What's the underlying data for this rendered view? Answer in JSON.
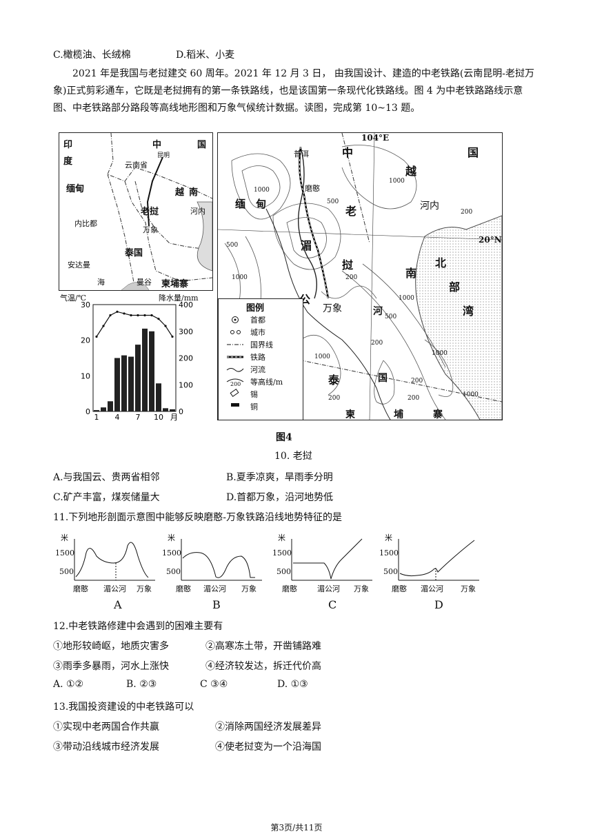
{
  "q9_options": {
    "c": "C.橄榄油、长绒棉",
    "d": "D.稻米、小麦"
  },
  "intro": "2021 年是我国与老挝建交 60 周年。2021 年 12 月 3 日， 由我国设计、建造的中老铁路(云南昆明-老挝万象)正式剪彩通车，它既是老挝拥有的第一条铁路线，也是该国第一条现代化铁路线。图 4 为中老铁路路线示意图、中老铁路部分路段等高线地形图和万象气候统计数据。读图，完成第 10~13 题。",
  "figure": {
    "caption": "图4",
    "left_map": {
      "labels": [
        "印",
        "度",
        "中",
        "国",
        "云南省",
        "昆明",
        "缅甸",
        "越",
        "南",
        "老挝",
        "河内",
        "内比都",
        "万象",
        "泰国",
        "安达曼",
        "海",
        "曼谷",
        "柬埔寨"
      ]
    },
    "climate": {
      "temp_label": "气温/℃",
      "precip_label": "降水量/mm",
      "month_unit": "月",
      "temp_ticks": [
        "0",
        "10",
        "20",
        "30"
      ],
      "precip_ticks": [
        "0",
        "100",
        "200",
        "300",
        "400"
      ],
      "month_ticks": [
        "1",
        "4",
        "7",
        "10"
      ]
    },
    "right_map": {
      "meridian": "104°E",
      "parallel": "20°N",
      "labels": [
        "普洱",
        "中",
        "国",
        "越",
        "缅",
        "甸",
        "磨憨",
        "老",
        "河内",
        "湄",
        "北",
        "部",
        "湾",
        "挝",
        "南",
        "公",
        "万象",
        "河",
        "泰",
        "国",
        "柬",
        "埔",
        "寨"
      ],
      "contours": [
        "1000",
        "500",
        "1000",
        "200",
        "500",
        "1000",
        "200",
        "500",
        "1000",
        "200",
        "200",
        "1000",
        "1000",
        "200",
        "200",
        "1000"
      ]
    },
    "legend": {
      "title": "图例",
      "items": [
        {
          "icon": "capital-icon",
          "label": "首都"
        },
        {
          "icon": "city-icon",
          "label": "城市"
        },
        {
          "icon": "border-icon",
          "label": "国界线"
        },
        {
          "icon": "railway-icon",
          "label": "铁路"
        },
        {
          "icon": "river-icon",
          "label": "河流"
        },
        {
          "icon": "contour-icon",
          "label": "等高线/m",
          "value": "200"
        },
        {
          "icon": "tin-icon",
          "label": "锡"
        },
        {
          "icon": "copper-icon",
          "label": "铜"
        }
      ]
    }
  },
  "chart_data": {
    "type": "bar",
    "categories": [
      "1",
      "2",
      "3",
      "4",
      "5",
      "6",
      "7",
      "8",
      "9",
      "10",
      "11",
      "12"
    ],
    "series": [
      {
        "name": "降水量",
        "values": [
          5,
          15,
          38,
          200,
          210,
          205,
          250,
          310,
          300,
          105,
          12,
          8
        ]
      },
      {
        "name": "气温",
        "values": [
          21,
          24,
          27,
          28,
          27.5,
          27,
          27,
          27,
          27,
          26,
          24,
          21
        ]
      }
    ],
    "ylabel": "气温/℃",
    "y2label": "降水量/mm",
    "xlabel": "月",
    "ylim": [
      0,
      30
    ],
    "y2lim": [
      0,
      400
    ]
  },
  "q10": {
    "stem": "10. 老挝",
    "a": "A.与我国云、贵两省相邻",
    "b": "B.夏季凉爽，旱雨季分明",
    "c": "C.矿产丰富，煤炭储量大",
    "d": "D.首都万象，沿河地势低"
  },
  "q11": {
    "stem": "11.下列地形剖面示意图中能够反映磨憨-万象铁路沿线地势特征的是",
    "profiles": [
      {
        "letter": "A",
        "unit": "米",
        "y1": "1500",
        "y2": "500",
        "x": [
          "磨憨",
          "湄公河",
          "万象"
        ]
      },
      {
        "letter": "B",
        "unit": "米",
        "y1": "1500",
        "y2": "500",
        "x": [
          "磨憨",
          "湄公河",
          "万象"
        ]
      },
      {
        "letter": "C",
        "unit": "米",
        "y1": "1500",
        "y2": "500",
        "x": [
          "磨憨",
          "湄公河",
          "万象"
        ]
      },
      {
        "letter": "D",
        "unit": "米",
        "y1": "1500",
        "y2": "500",
        "x": [
          "磨憨",
          "湄公河",
          "万象"
        ]
      }
    ]
  },
  "q12": {
    "stem": "12.中老铁路修建中会遇到的困难主要有",
    "s1": "①地形较崎岖，地质灾害多",
    "s2": "②高寒冻土带，开凿铺路难",
    "s3": "③雨季多暴雨，河水上涨快",
    "s4": "④经济较发达，拆迁代价高",
    "a": "A. ①②",
    "b": "B. ②③",
    "c": "C ③④",
    "d": "D. ①③"
  },
  "q13": {
    "stem": "13.我国投资建设的中老铁路可以",
    "s1": "①实现中老两国合作共赢",
    "s2": "②消除两国经济发展差异",
    "s3": "③带动沿线城市经济发展",
    "s4": "④使老挝变为一个沿海国"
  },
  "footer": "第3页/共11页"
}
